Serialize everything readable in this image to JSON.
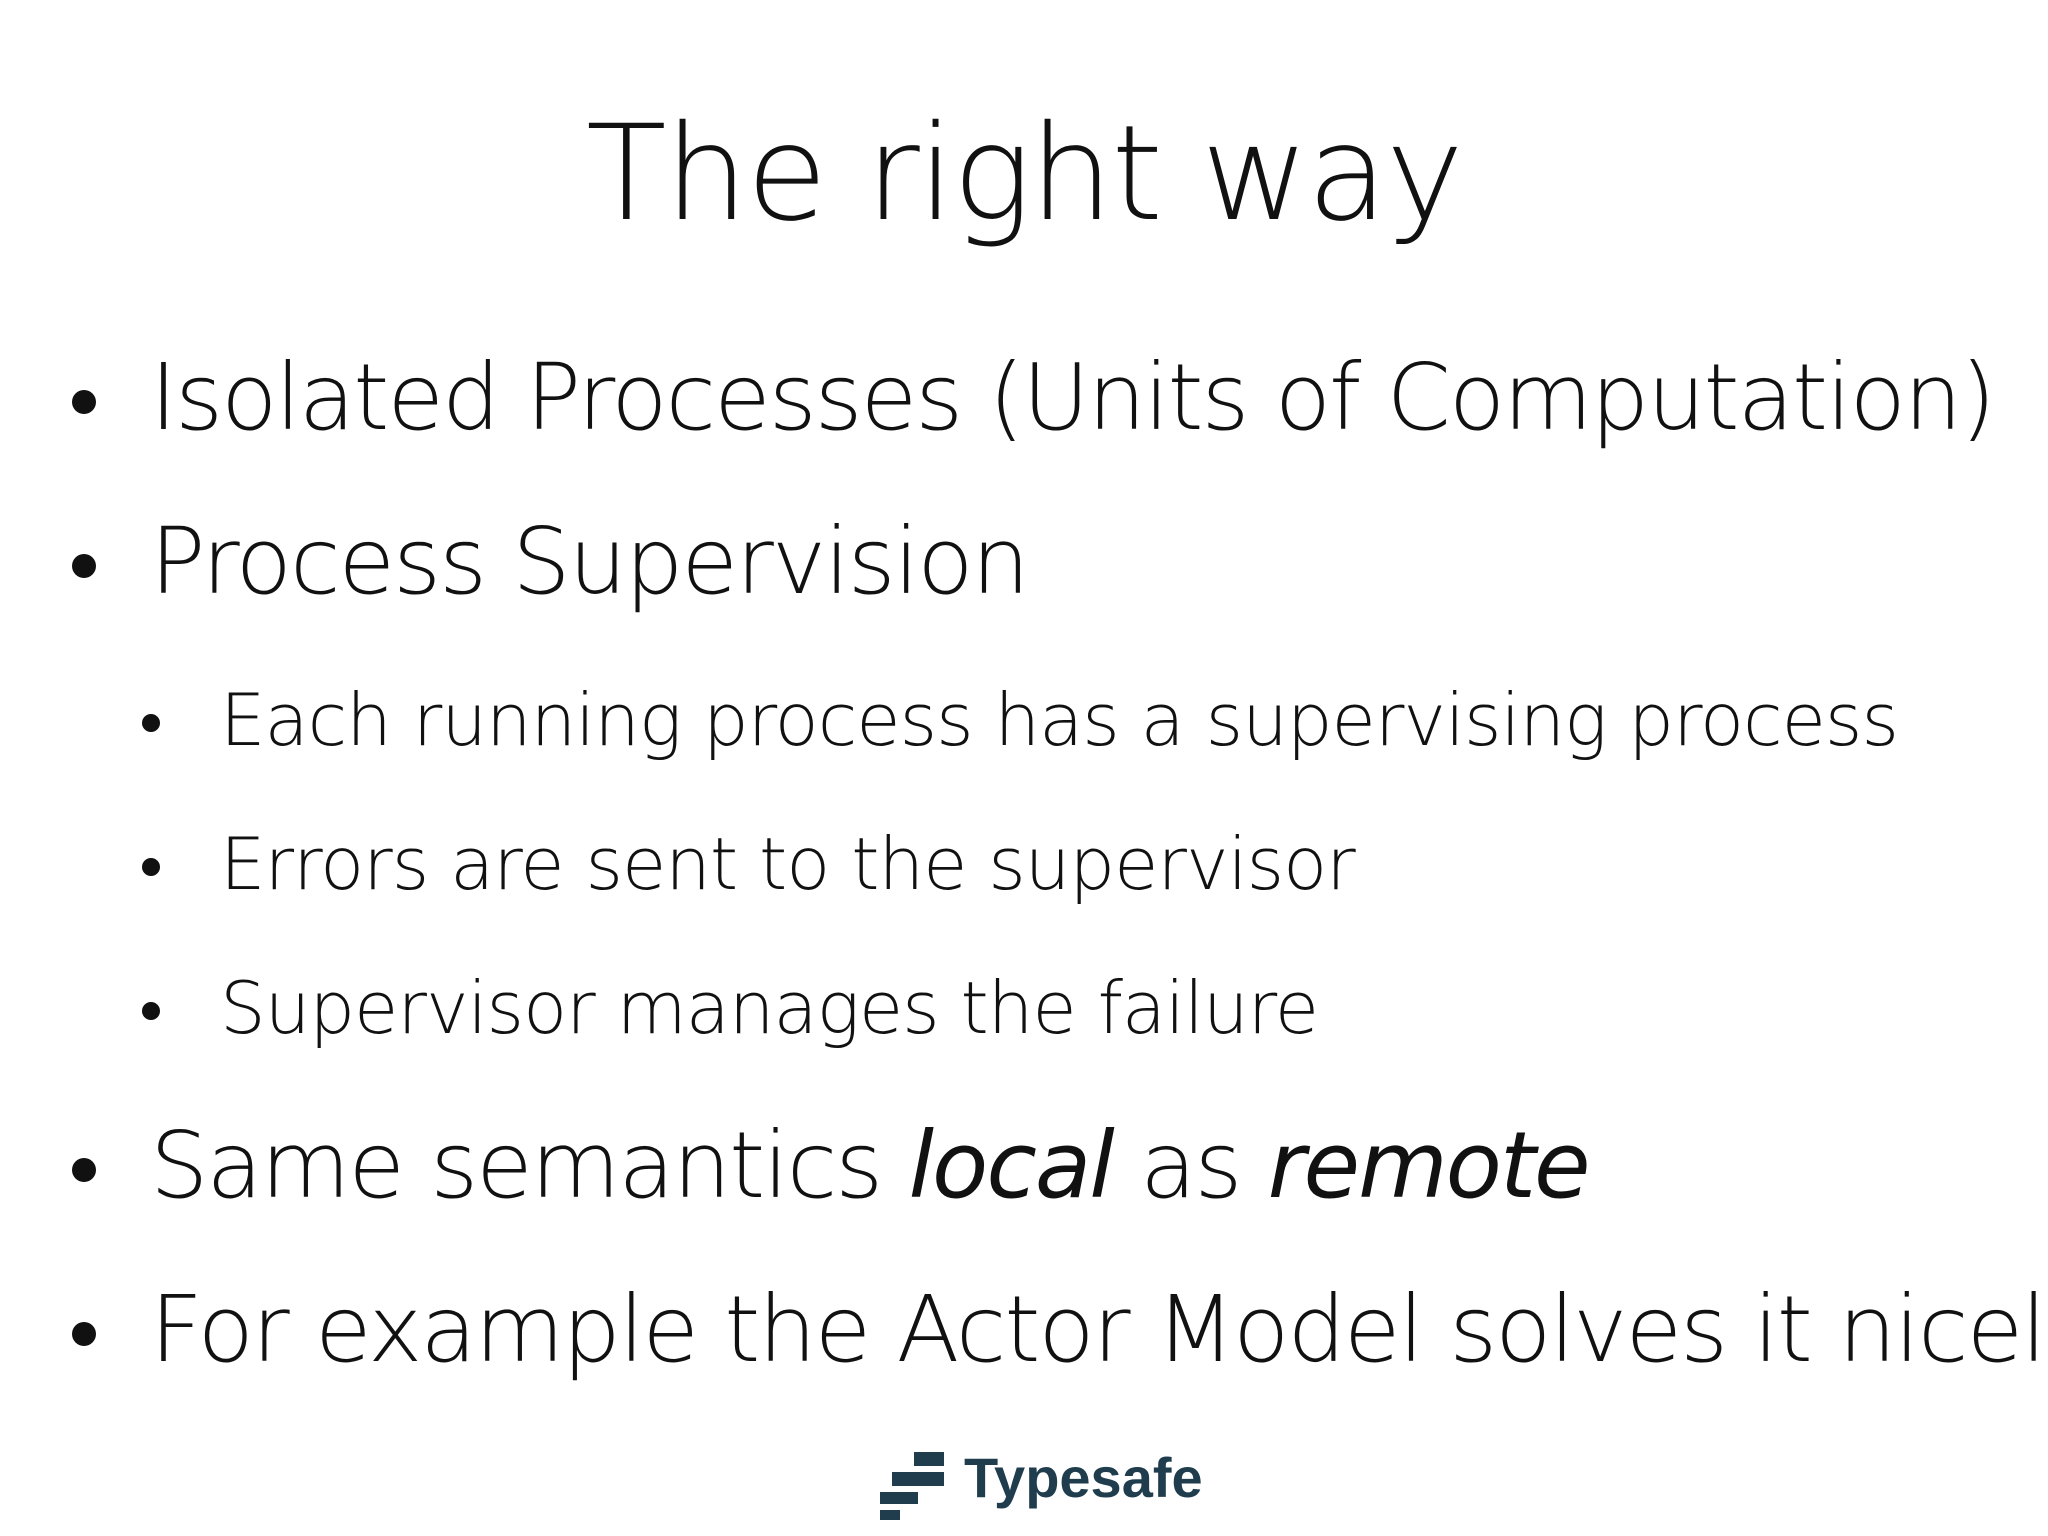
{
  "slide": {
    "title": "The right way",
    "bullets": [
      {
        "level": 1,
        "text": "Isolated Processes (Units of Computation)"
      },
      {
        "level": 1,
        "text": "Process Supervision"
      },
      {
        "level": 2,
        "text": "Each running process has a supervising process"
      },
      {
        "level": 2,
        "text": "Errors are sent to the supervisor"
      },
      {
        "level": 2,
        "text": "Supervisor manages the failure"
      },
      {
        "level": 1,
        "text_parts": [
          "Same semantics ",
          "local",
          " as ",
          "remote"
        ]
      },
      {
        "level": 1,
        "text": "For example the Actor Model solves it nicely"
      }
    ]
  },
  "logo": {
    "name": "Typesafe",
    "icon": "typesafe-logo-icon",
    "color": "#1f3d4d"
  }
}
